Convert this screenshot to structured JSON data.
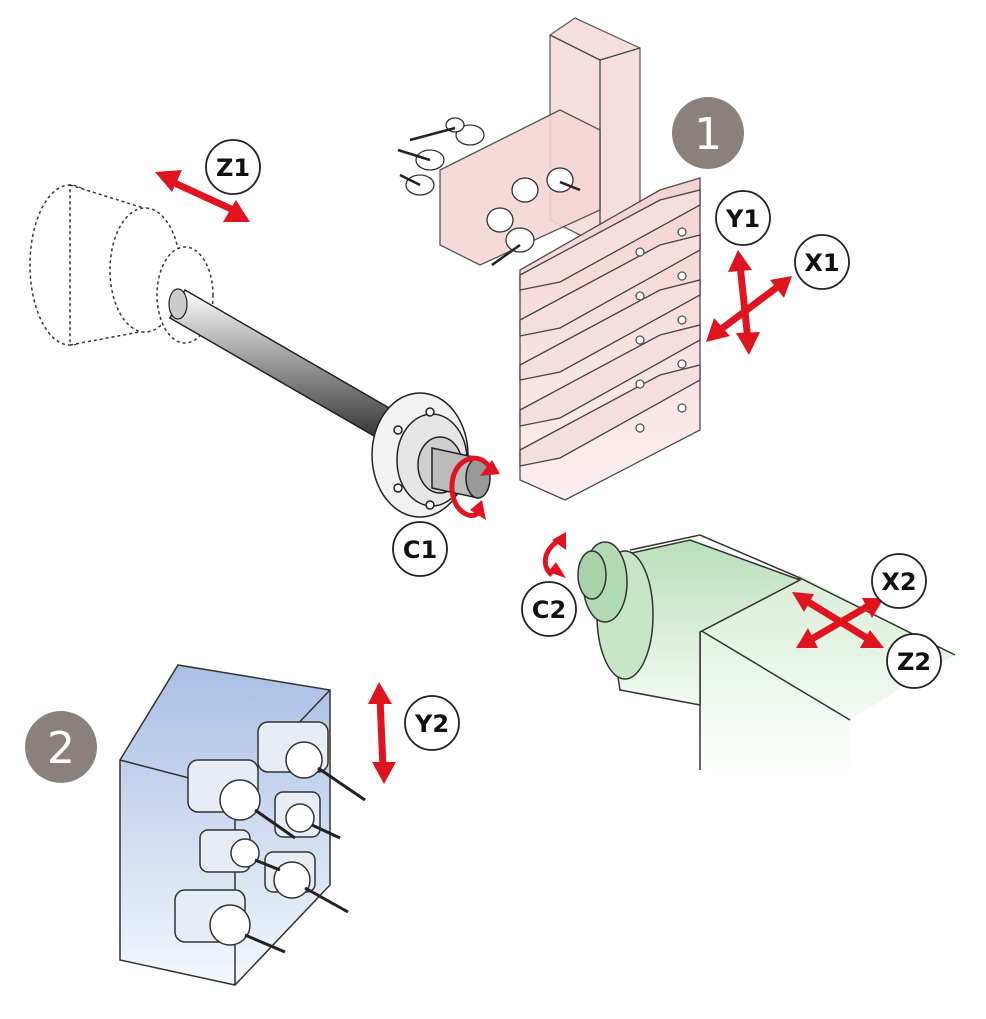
{
  "units": {
    "unit1_number": "1",
    "unit2_number": "2"
  },
  "axes": {
    "z1": "Z1",
    "y1": "Y1",
    "x1": "X1",
    "c1": "C1",
    "c2": "C2",
    "x2": "X2",
    "z2": "Z2",
    "y2": "Y2"
  },
  "colors": {
    "arrow_red": "#e0141e",
    "badge_gray": "#8a817c",
    "turret_pink": "#f6dcdc",
    "subspindle_green": "#cfe8cf",
    "toolblock_blue": "#b9cbe8",
    "line": "#222222"
  }
}
